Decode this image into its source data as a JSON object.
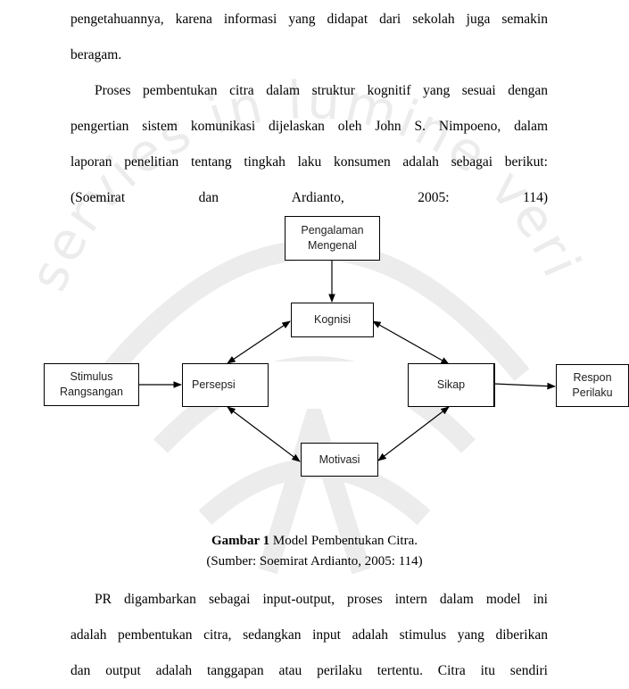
{
  "watermark": {
    "text_arc": "servies in lumine veritatis",
    "color": "#e6e6e6"
  },
  "para1": {
    "lines": [
      "pengetahuannya, karena informasi yang didapat dari sekolah juga semakin",
      "beragam."
    ]
  },
  "para2": {
    "lines": [
      "Proses pembentukan citra dalam struktur kognitif yang sesuai dengan",
      "pengertian sistem komunikasi dijelaskan oleh John S. Nimpoeno, dalam",
      "laporan penelitian tentang tingkah laku konsumen adalah sebagai berikut:",
      "(Soemirat dan Ardianto, 2005: 114)"
    ]
  },
  "diagram": {
    "pengalaman": [
      "Pengalaman",
      "Mengenal"
    ],
    "kognisi": "Kognisi",
    "stimulus": [
      "Stimulus",
      "Rangsangan"
    ],
    "persepsi": "Persepsi",
    "sikap": "Sikap",
    "respon": [
      "Respon",
      "Perilaku"
    ],
    "motivasi": "Motivasi"
  },
  "caption": {
    "label": "Gambar 1",
    "title": " Model Pembentukan Citra.",
    "source": "(Sumber: Soemirat Ardianto, 2005: 114)"
  },
  "para3": {
    "lines": [
      "PR digambarkan sebagai input-output, proses intern dalam model ini",
      "adalah pembentukan citra, sedangkan input adalah stimulus yang diberikan",
      "dan output adalah tanggapan atau perilaku tertentu. Citra itu sendiri"
    ]
  }
}
